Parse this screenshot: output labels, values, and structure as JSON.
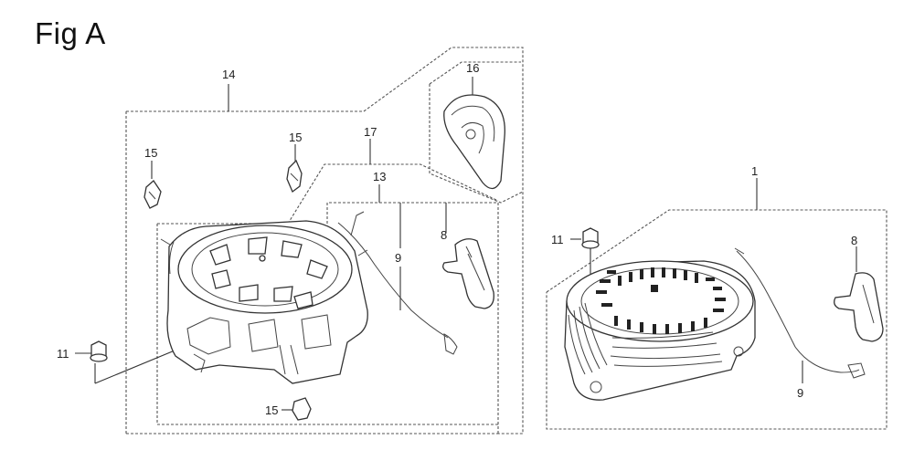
{
  "figure": {
    "title": "Fig A"
  },
  "callouts": {
    "c14": "14",
    "c16": "16",
    "c15a": "15",
    "c15b": "15",
    "c15c": "15",
    "c17": "17",
    "c13": "13",
    "c8a": "8",
    "c9a": "9",
    "c11a": "11",
    "c1": "1",
    "c11b": "11",
    "c8b": "8",
    "c9b": "9"
  }
}
